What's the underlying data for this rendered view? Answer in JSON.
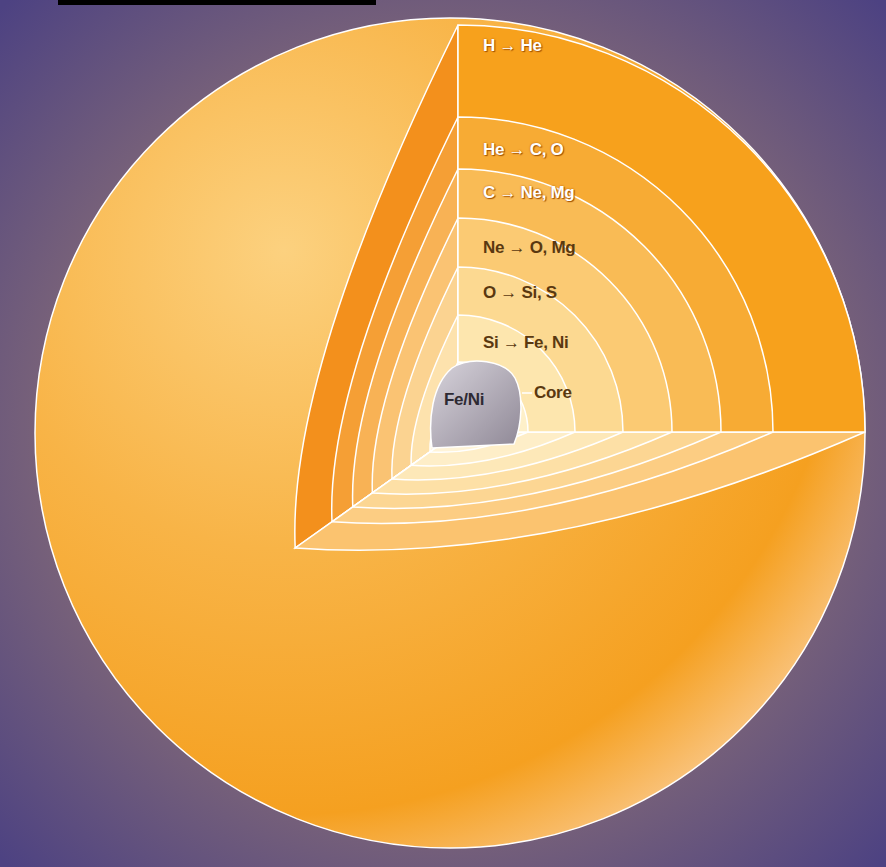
{
  "diagram": {
    "nodes": [
      {
        "text": [
          "H → He"
        ]
      },
      {
        "text": [
          "He → C, O"
        ]
      },
      {
        "text": [
          "C → Ne, Mg"
        ]
      },
      {
        "text": [
          "Ne → O, Mg"
        ]
      },
      {
        "text": [
          "O → Si, S"
        ]
      },
      {
        "text": [
          "Si → Fe, Ni"
        ]
      },
      {
        "text": [
          "Fe/Ni",
          "Core"
        ]
      }
    ]
  }
}
